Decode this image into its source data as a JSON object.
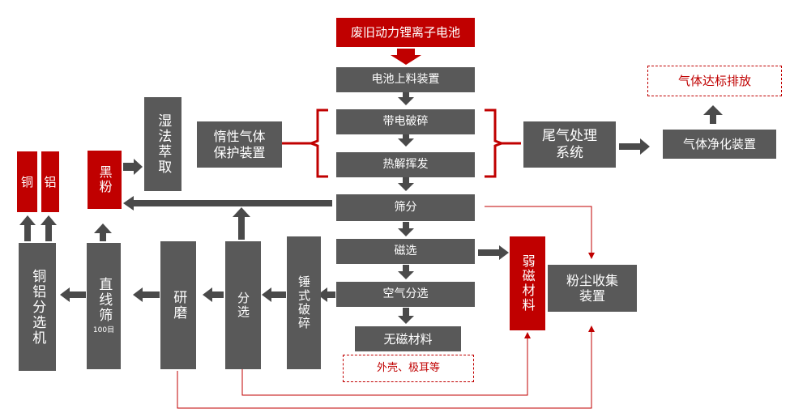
{
  "main": {
    "source": "废旧动力锂离子电池",
    "loading": "电池上料装置",
    "crush": "带电破碎",
    "pyrolysis": "热解挥发",
    "screen": "筛分",
    "magnetic": "磁选",
    "air_sep": "空气分选",
    "nonmag": "无磁材料",
    "nonmag_note": "外壳、极耳等"
  },
  "side": {
    "inert_line1": "惰性气体",
    "inert_line2": "保护装置",
    "tail_line1": "尾气处理",
    "tail_line2": "系统",
    "gas_clean": "气体净化装置",
    "gas_emission": "气体达标排放",
    "wet_extract": "湿法萃取",
    "black_powder": "黑粉",
    "weak_mag": "弱磁材料",
    "dust_line1": "粉尘收集",
    "dust_line2": "装置"
  },
  "lower": {
    "hammer": "锤式破碎",
    "sorting": "分选",
    "grinding": "研磨",
    "sieve": "直线筛",
    "sieve_mesh": "100目",
    "cual_sep": "铜铝分选机",
    "copper": "铜",
    "aluminum": "铝"
  },
  "colors": {
    "box_gray": "#595959",
    "box_red": "#c00000",
    "accent": "#c00000"
  }
}
